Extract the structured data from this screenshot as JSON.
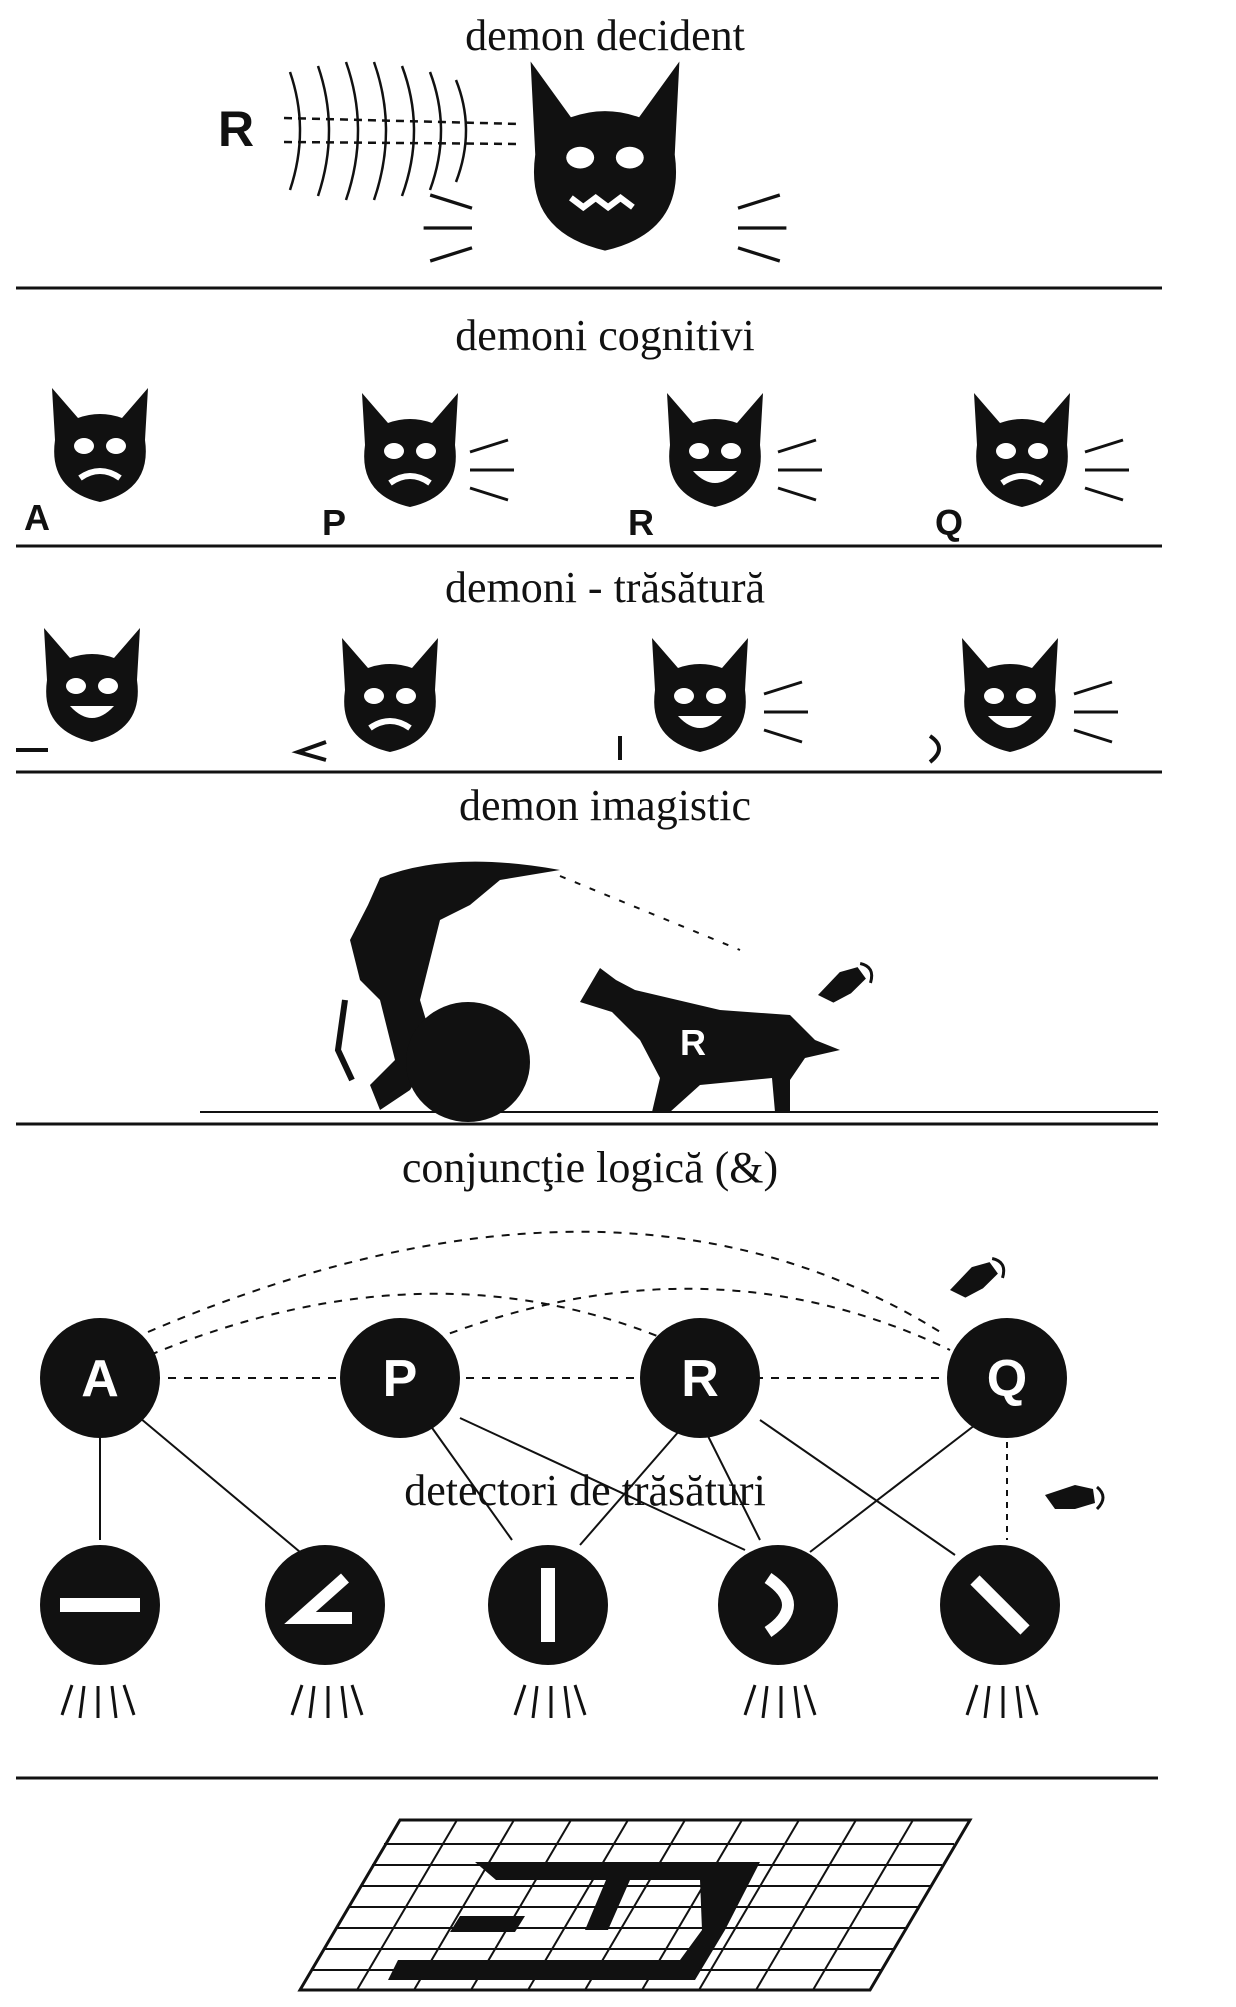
{
  "sections": {
    "decision": {
      "title": "demon decident",
      "input_letter": "R"
    },
    "cognitive": {
      "title": "demoni cognitivi",
      "letters": [
        "A",
        "P",
        "R",
        "Q"
      ]
    },
    "feature": {
      "title": "demoni - trăsătură"
    },
    "image": {
      "title": "demon imagistic",
      "letter": "R"
    },
    "conjunction": {
      "title": "conjuncţie logică (&)",
      "letters": [
        "A",
        "P",
        "R",
        "Q"
      ]
    },
    "detectors": {
      "title": "detectori de trăsături"
    }
  },
  "colors": {
    "ink": "#111111",
    "paper": "#ffffff"
  }
}
